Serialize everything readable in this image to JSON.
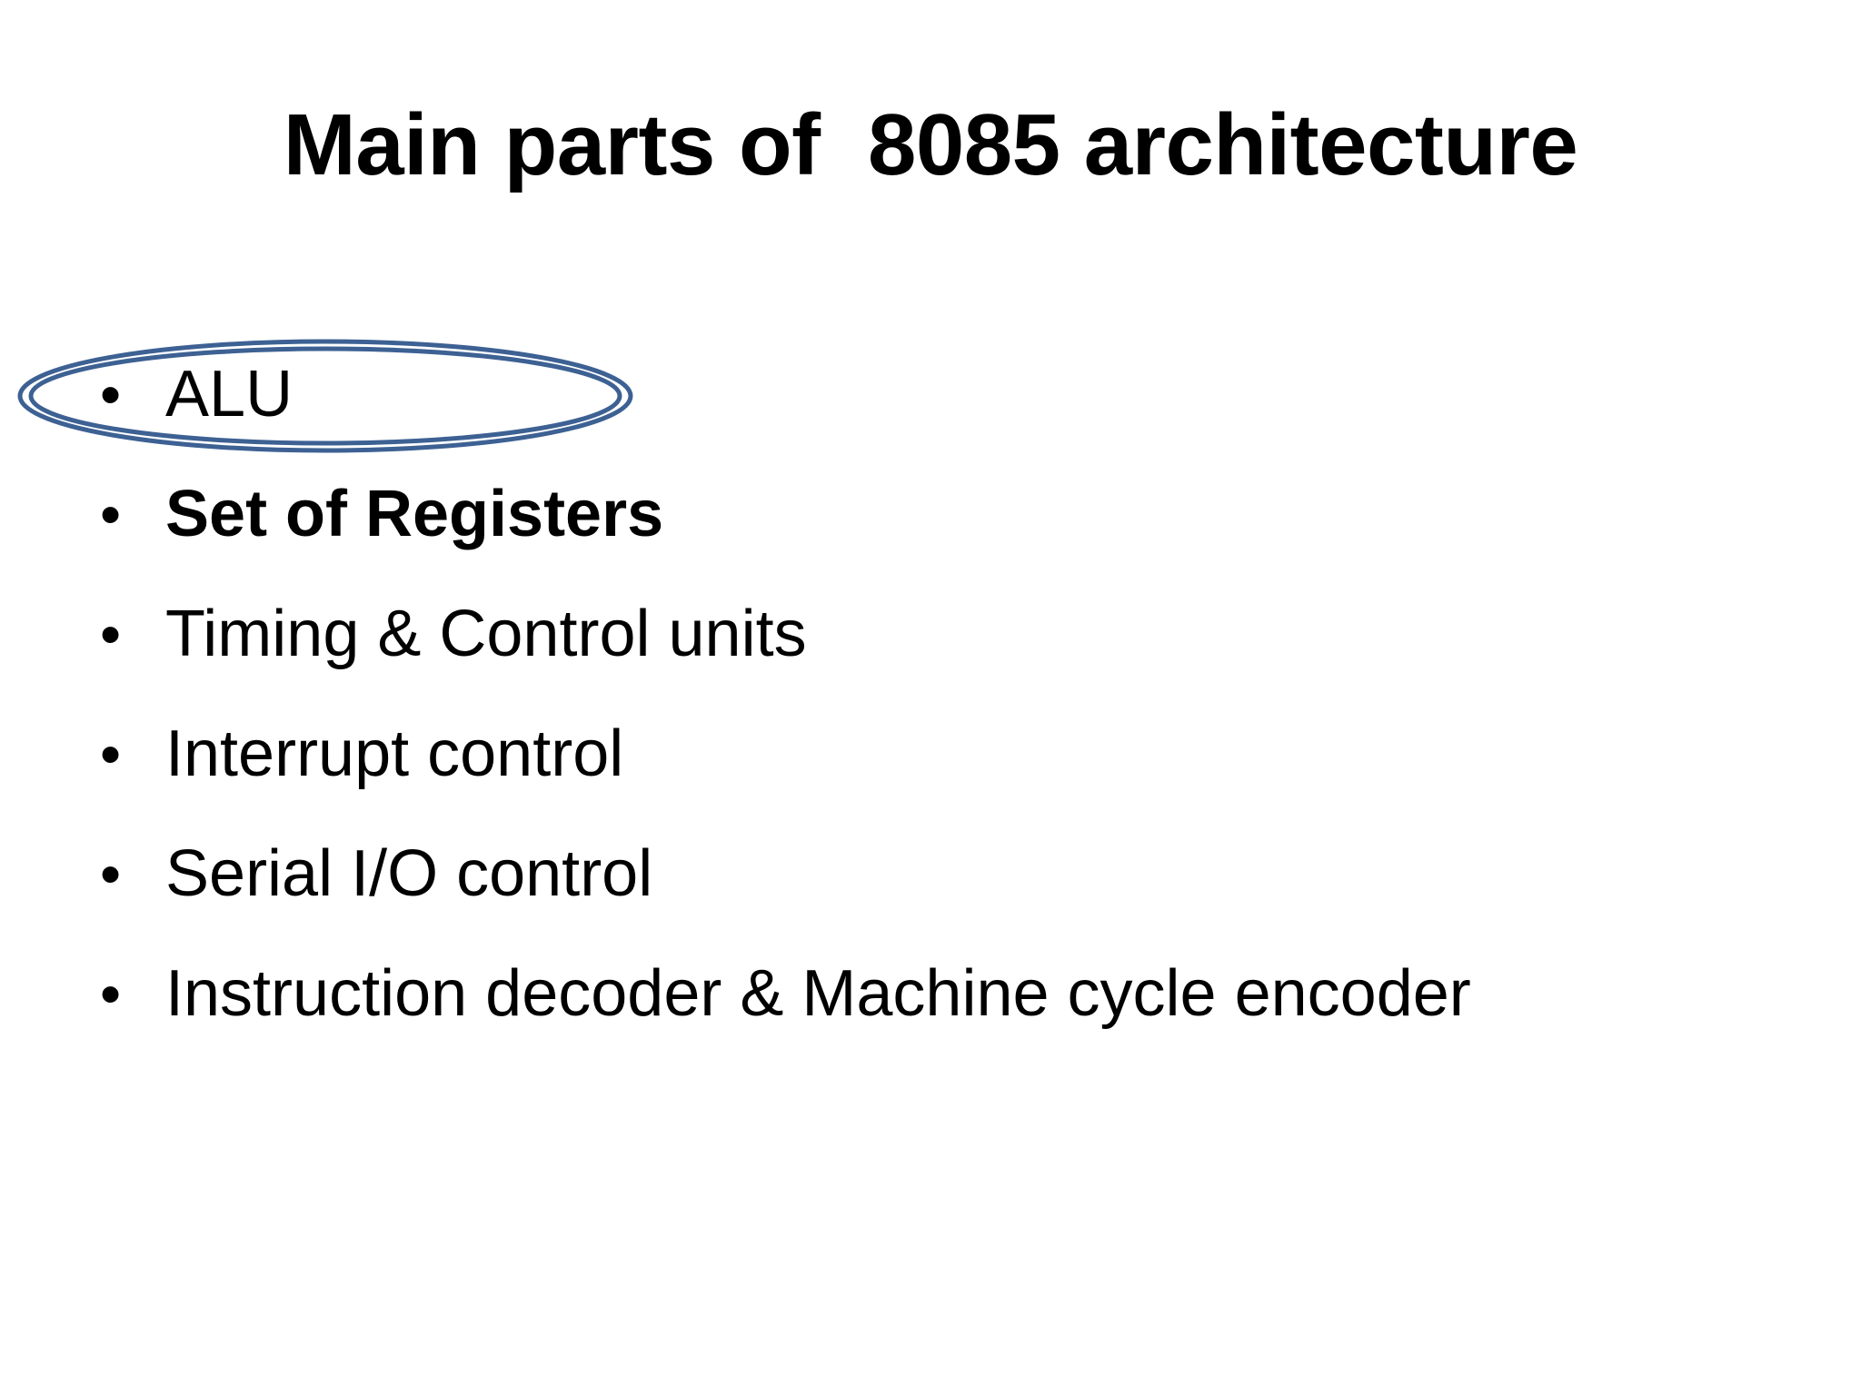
{
  "slide": {
    "background_color": "#ffffff",
    "title": "Main parts of  8085 architecture",
    "bullets": [
      {
        "marker": "•",
        "text": "ALU",
        "emphasis": false
      },
      {
        "marker": "•",
        "text": "Set of Registers",
        "emphasis": true
      },
      {
        "marker": "•",
        "text": "Timing & Control units",
        "emphasis": false
      },
      {
        "marker": "•",
        "text": "Interrupt control",
        "emphasis": false
      },
      {
        "marker": "•",
        "text": "Serial I/O control",
        "emphasis": false
      },
      {
        "marker": "•",
        "text": "Instruction decoder & Machine cycle encoder",
        "emphasis": false
      }
    ],
    "annotation": {
      "shape": "double-ellipse",
      "targets_bullet_index": 1,
      "stroke_color": "#3d6193",
      "stroke_color_inner": "#3d6193"
    }
  }
}
